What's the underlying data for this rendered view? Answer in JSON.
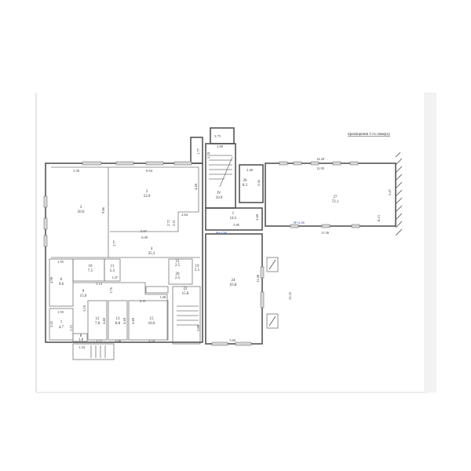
{
  "caption": "приміщення 1-го поверху",
  "rooms": [
    {
      "id": "3",
      "area": "50.6"
    },
    {
      "id": "2",
      "area": "53.9"
    },
    {
      "id": "4",
      "area": "35.3"
    },
    {
      "id": "IV",
      "area": "10.9"
    },
    {
      "id": "26",
      "area": "8.3"
    },
    {
      "id": "I",
      "area": "14.5"
    },
    {
      "id": "27",
      "area": "72.1"
    },
    {
      "id": "24",
      "area": "63.8"
    },
    {
      "id": "6",
      "area": "9.6"
    },
    {
      "id": "7",
      "area": "4.7"
    },
    {
      "id": "10",
      "area": "7.5"
    },
    {
      "id": "11",
      "area": "5.3"
    },
    {
      "id": "9",
      "area": "15.0"
    },
    {
      "id": "8",
      "area": "1.8"
    },
    {
      "id": "12",
      "area": "7.8"
    },
    {
      "id": "13",
      "area": "8.8"
    },
    {
      "id": "15",
      "area": "16.6"
    },
    {
      "id": "21",
      "area": "2.5"
    },
    {
      "id": "20",
      "area": "2.5"
    },
    {
      "id": "19",
      "area": "2.5"
    },
    {
      "id": "22",
      "area": "15.8"
    }
  ],
  "dims": [
    "5.50",
    "9.06",
    "8.94",
    "4.40",
    "2.64",
    "2.72",
    "2.21",
    "5.97",
    "6.09",
    "1.77",
    "3.75",
    "2.80",
    "5.70",
    "1.77",
    "2.40",
    "3.56",
    "5.85",
    "2.48",
    "14.20",
    "12.95",
    "5.47",
    "0.15",
    "11.36",
    "11.40",
    "5.60",
    "12.25",
    "1.95",
    "4.90",
    "1.95",
    "3.45",
    "5.13",
    "1.76",
    "1.47",
    "3.10",
    "1.23",
    "1.54",
    "1.77",
    "4.40",
    "2.00",
    "4.40",
    "3.74",
    "4.40",
    "2.11",
    "1.48",
    "5.80"
  ],
  "heights": [
    "H=2.96",
    "H=2.46"
  ]
}
